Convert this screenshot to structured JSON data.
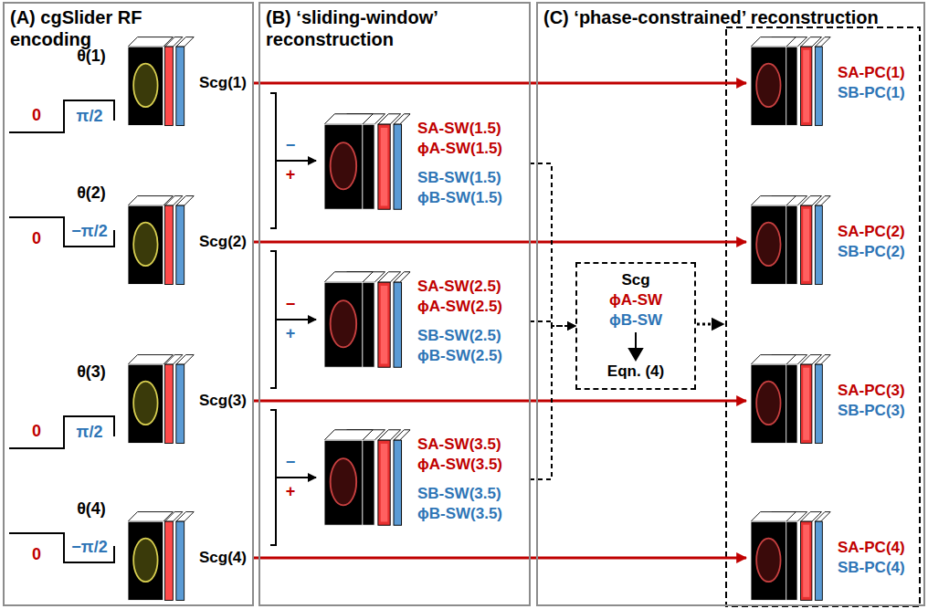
{
  "diagram": {
    "nodes": [
      {
        "text": [
          "(A) cgSlider RF encoding"
        ]
      },
      {
        "text": [
          "Scg(1)"
        ],
        "in": 0
      },
      {
        "text": [
          "Scg(2)"
        ],
        "in": 0
      },
      {
        "text": [
          "Scg(3)"
        ],
        "in": 0
      },
      {
        "text": [
          "Scg(4)"
        ],
        "in": 0
      },
      {
        "text": [
          "(B) ‘sliding-window’ reconstruction"
        ]
      },
      {
        "text": [
          "SA-SW(1.5)",
          "ϕA-SW(1.5)",
          "SB-SW(1.5)",
          "ϕB-SW(1.5)"
        ],
        "in": 5
      },
      {
        "text": [
          "SA-SW(2.5)",
          "ϕA-SW(2.5)",
          "SB-SW(2.5)",
          "ϕB-SW(2.5)"
        ],
        "in": 5
      },
      {
        "text": [
          "SA-SW(3.5)",
          "ϕA-SW(3.5)",
          "SB-SW(3.5)",
          "ϕB-SW(3.5)"
        ],
        "in": 5
      },
      {
        "text": [
          "(C) ‘phase-constrained’ reconstruction"
        ]
      },
      {
        "text": [
          "Scg",
          "ϕA-SW",
          "ϕB-SW",
          "Eqn. (4)"
        ],
        "in": 9
      },
      {
        "text": [
          "SA-PC(1)",
          "SB-PC(1)"
        ],
        "in": 9
      },
      {
        "text": [
          "SA-PC(2)",
          "SB-PC(2)"
        ],
        "in": 9
      },
      {
        "text": [
          "SA-PC(3)",
          "SB-PC(3)"
        ],
        "in": 9
      },
      {
        "text": [
          "SA-PC(4)",
          "SB-PC(4)"
        ],
        "in": 9
      }
    ],
    "edges": [
      {
        "from": 1,
        "to": 11,
        "arrow": "to"
      },
      {
        "from": 2,
        "to": 12,
        "arrow": "to"
      },
      {
        "from": 3,
        "to": 13,
        "arrow": "to"
      },
      {
        "from": 4,
        "to": 14,
        "arrow": "to"
      },
      {
        "from": 6,
        "to": 10,
        "arrow": "to"
      },
      {
        "from": 7,
        "to": 10,
        "arrow": "to"
      },
      {
        "from": 8,
        "to": 10,
        "arrow": "to"
      }
    ],
    "labels": [
      "θ(1)",
      "0",
      "π/2",
      "θ(2)",
      "0",
      "−π/2",
      "θ(3)",
      "0",
      "π/2",
      "θ(4)",
      "0",
      "−π/2",
      "−",
      "+",
      "−",
      "+",
      "−",
      "+"
    ]
  }
}
